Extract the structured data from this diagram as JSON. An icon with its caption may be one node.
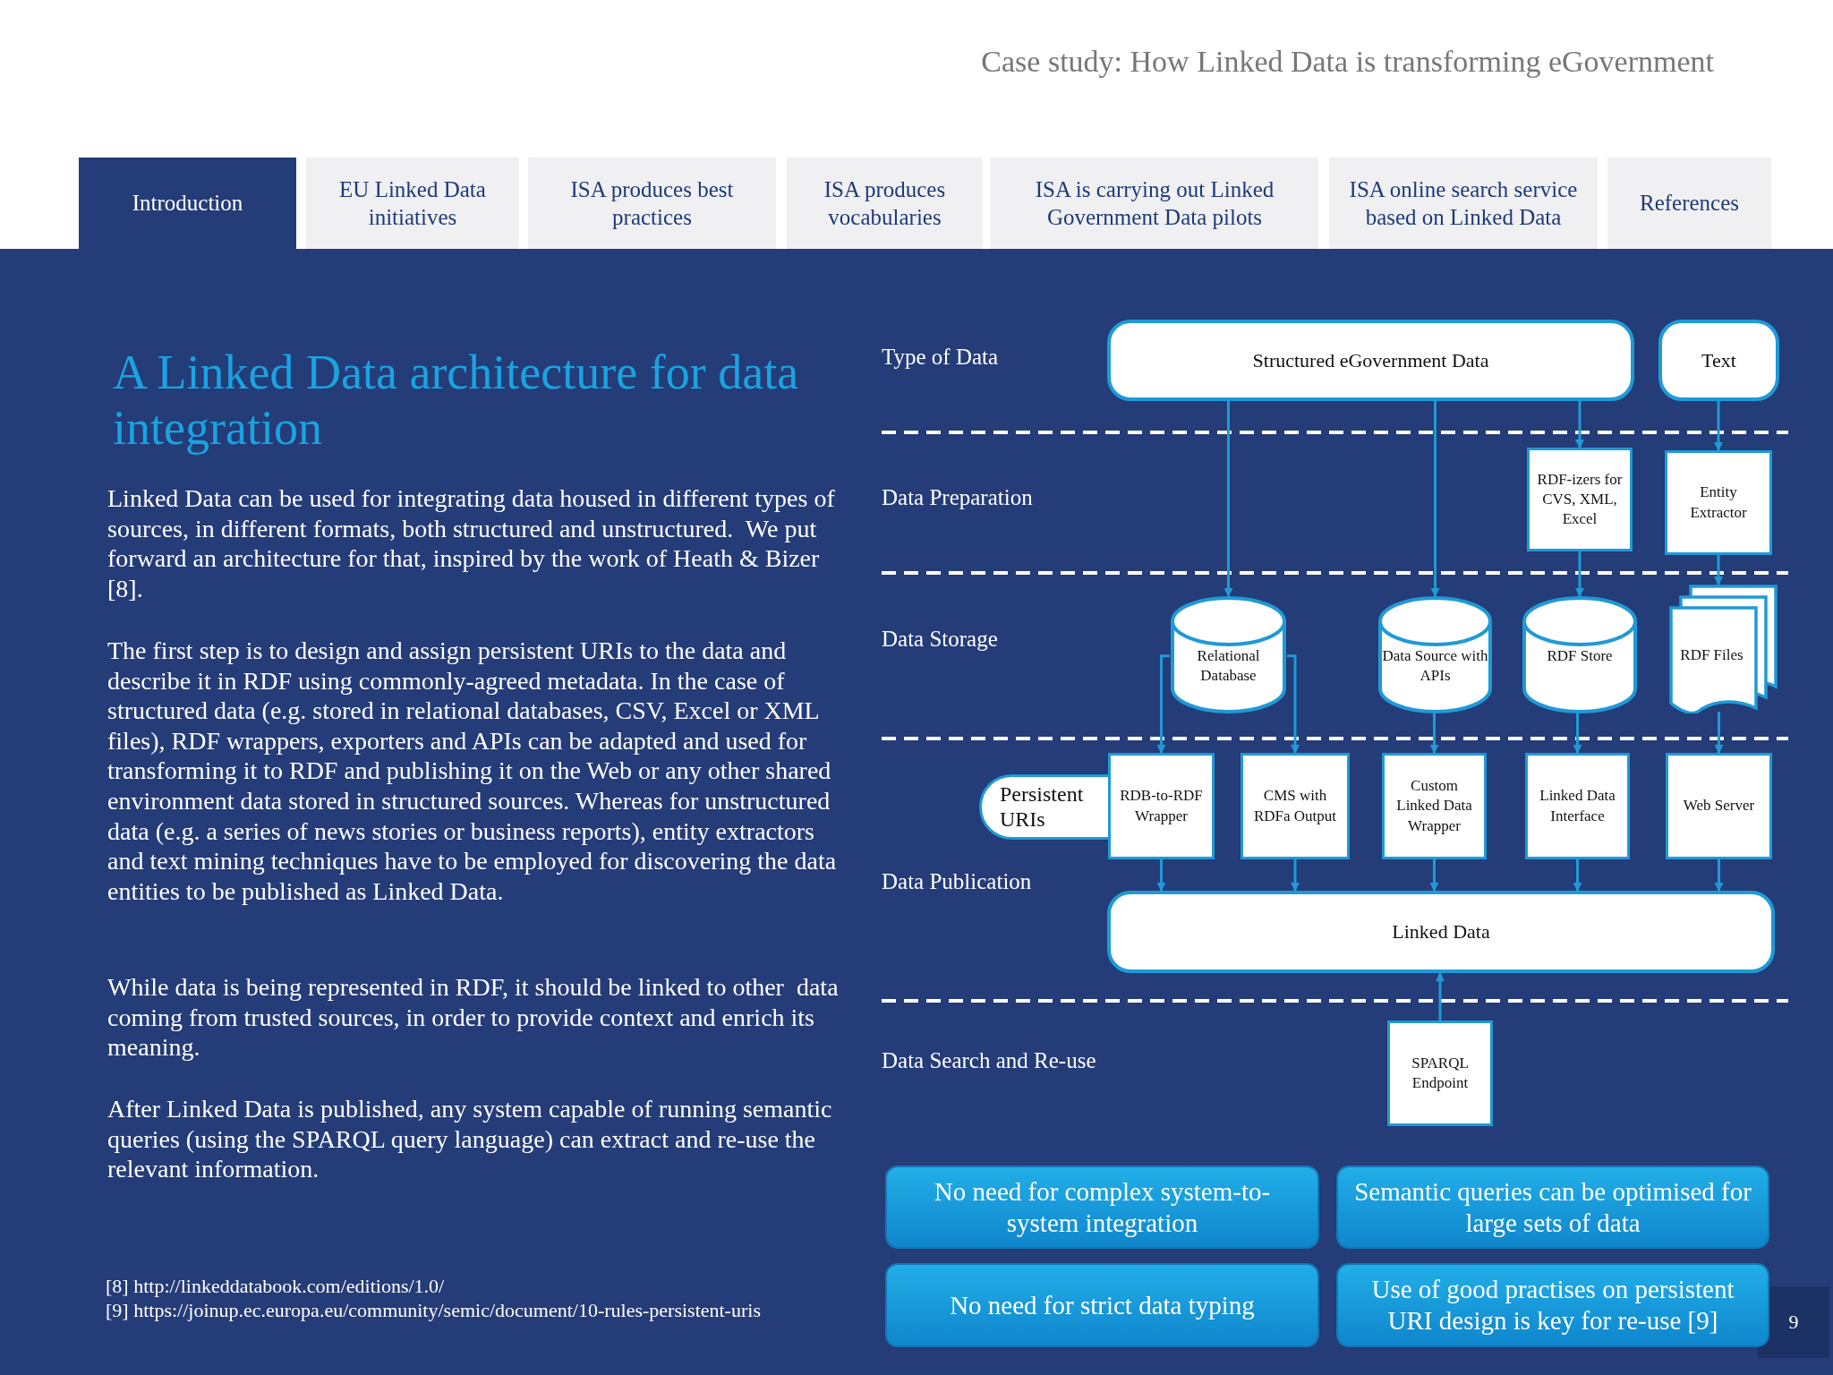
{
  "diagram": {
    "title": "A Linked Data architecture for data integration",
    "nodes": [
      {
        "text": [
          "Structured eGovernment Data"
        ]
      },
      {
        "text": [
          "Text"
        ]
      },
      {
        "text": [
          "RDF-izers for CVS, XML, Excel"
        ]
      },
      {
        "text": [
          "Entity Extractor"
        ]
      },
      {
        "text": [
          "Relational Database"
        ]
      },
      {
        "text": [
          "Data Source with APIs"
        ]
      },
      {
        "text": [
          "RDF Store"
        ]
      },
      {
        "text": [
          "RDF Files"
        ]
      },
      {
        "text": [
          "Persistent URIs"
        ]
      },
      {
        "text": [
          "RDB-to-RDF Wrapper"
        ]
      },
      {
        "text": [
          "CMS with RDFa Output"
        ]
      },
      {
        "text": [
          "Custom Linked Data Wrapper"
        ]
      },
      {
        "text": [
          "Linked Data Interface"
        ]
      },
      {
        "text": [
          "Web Server"
        ]
      },
      {
        "text": [
          "Linked Data"
        ]
      },
      {
        "text": [
          "SPARQL Endpoint"
        ]
      },
      {
        "text": [
          "No need for complex system-to-system integration"
        ]
      },
      {
        "text": [
          "Semantic queries can be optimised for large sets of data"
        ]
      },
      {
        "text": [
          "No need for strict data typing"
        ]
      },
      {
        "text": [
          "Use of good practises on persistent URI design is key for re-use [9]"
        ]
      }
    ],
    "edges": [
      {
        "from": 0,
        "to": 4,
        "arrow": "to"
      },
      {
        "from": 0,
        "to": 5,
        "arrow": "to"
      },
      {
        "from": 0,
        "to": 2,
        "arrow": "to"
      },
      {
        "from": 1,
        "to": 3,
        "arrow": "to"
      },
      {
        "from": 2,
        "to": 6,
        "arrow": "to"
      },
      {
        "from": 3,
        "to": 7,
        "arrow": "to"
      },
      {
        "from": 4,
        "to": 9,
        "arrow": "to"
      },
      {
        "from": 4,
        "to": 10,
        "arrow": "to"
      },
      {
        "from": 5,
        "to": 11,
        "arrow": "to"
      },
      {
        "from": 6,
        "to": 12,
        "arrow": "to"
      },
      {
        "from": 7,
        "to": 13,
        "arrow": "to"
      },
      {
        "from": 9,
        "to": 14,
        "arrow": "to"
      },
      {
        "from": 10,
        "to": 14,
        "arrow": "to"
      },
      {
        "from": 11,
        "to": 14,
        "arrow": "to"
      },
      {
        "from": 12,
        "to": 14,
        "arrow": "to"
      },
      {
        "from": 13,
        "to": 14,
        "arrow": "to"
      },
      {
        "from": 15,
        "to": 14,
        "arrow": "to"
      }
    ],
    "labels": [
      "Case study: How Linked Data is transforming eGovernment",
      "Introduction",
      "EU Linked Data initiatives",
      "ISA produces best practices",
      "ISA produces vocabularies",
      "ISA is carrying out Linked Government Data pilots",
      "ISA online search service based on Linked Data",
      "References",
      "Linked Data can be used for integrating data housed in different types of sources, in different formats, both structured and unstructured.  We put forward an architecture for that, inspired by the work of Heath & Bizer [8].",
      "The first step is to design and assign persistent URIs to the data and describe it in RDF using commonly-agreed metadata. In the case of structured data (e.g. stored in relational databases, CSV, Excel or XML files), RDF wrappers, exporters and APIs can be adapted and used for transforming it to RDF and publishing it on the Web or any other shared environment data stored in structured sources. Whereas for unstructured data (e.g. a series of news stories or business reports), entity extractors and text mining techniques have to be employed for discovering the data entities to be published as Linked Data.",
      "While data is being represented in RDF, it should be linked to other  data coming from trusted sources, in order to provide context and enrich its meaning.",
      "After Linked Data is published, any system capable of running semantic queries (using the SPARQL query language) can extract and re-use the relevant information.",
      "[8] http://linkeddatabook.com/editions/1.0/",
      "[9] https://joinup.ec.europa.eu/community/semic/document/10-rules-persistent-uris",
      "Type of Data",
      "Data Preparation",
      "Data Storage",
      "Data Publication",
      "Data Search and Re-use",
      "9"
    ]
  }
}
